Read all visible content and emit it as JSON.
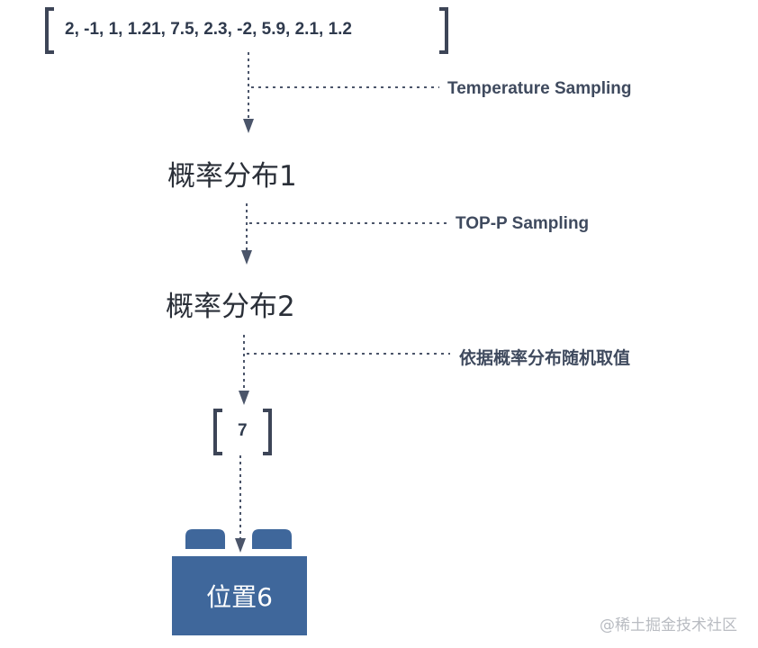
{
  "input_array": {
    "text": "2, -1, 1, 1.21, 7.5, 2.3, -2, 5.9, 2.1, 1.2"
  },
  "steps": [
    {
      "label": "Temperature Sampling"
    },
    {
      "label": "TOP-P Sampling"
    },
    {
      "label": "依据概率分布随机取值"
    }
  ],
  "distributions": [
    {
      "label": "概率分布1"
    },
    {
      "label": "概率分布2"
    }
  ],
  "result": {
    "value": "7"
  },
  "position_box": {
    "label": "位置6"
  },
  "watermark": {
    "text": "@稀土掘金技术社区"
  },
  "colors": {
    "line": "#4b556a",
    "bracket": "#3d4557",
    "box": "#3f679b",
    "text_dark": "#2f3a4d"
  }
}
